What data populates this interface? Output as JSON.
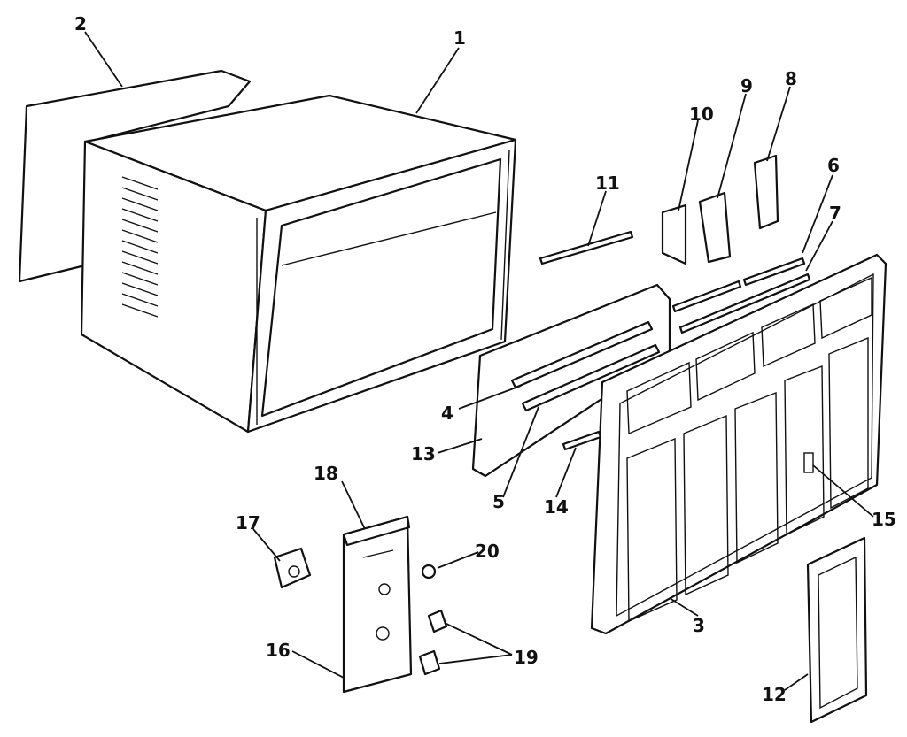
{
  "callouts": {
    "c1": "1",
    "c2": "2",
    "c3": "3",
    "c4": "4",
    "c5": "5",
    "c6": "6",
    "c7": "7",
    "c8": "8",
    "c9": "9",
    "c10": "10",
    "c11": "11",
    "c12": "12",
    "c13": "13",
    "c14": "14",
    "c15": "15",
    "c16": "16",
    "c17": "17",
    "c18": "18",
    "c19": "19",
    "c20": "20"
  }
}
